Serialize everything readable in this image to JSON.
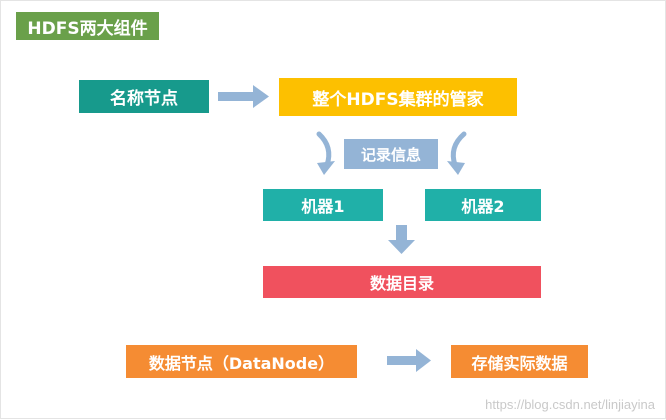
{
  "title": "HDFS两大组件",
  "namenode": {
    "label": "名称节点",
    "role": "整个HDFS集群的管家",
    "record": "记录信息",
    "machines": [
      "机器1",
      "机器2"
    ],
    "directory": "数据目录"
  },
  "datanode": {
    "label": "数据节点（DataNode）",
    "role": "存储实际数据"
  },
  "watermark": "https://blog.csdn.net/linjiayina",
  "colors": {
    "title": "#6aa04a",
    "namenode": "#179a8c",
    "manager": "#fdc000",
    "record": "#94b4d6",
    "machine": "#20b0a8",
    "directory": "#f0515e",
    "datanode": "#f58c33",
    "arrow": "#94b4d6"
  }
}
